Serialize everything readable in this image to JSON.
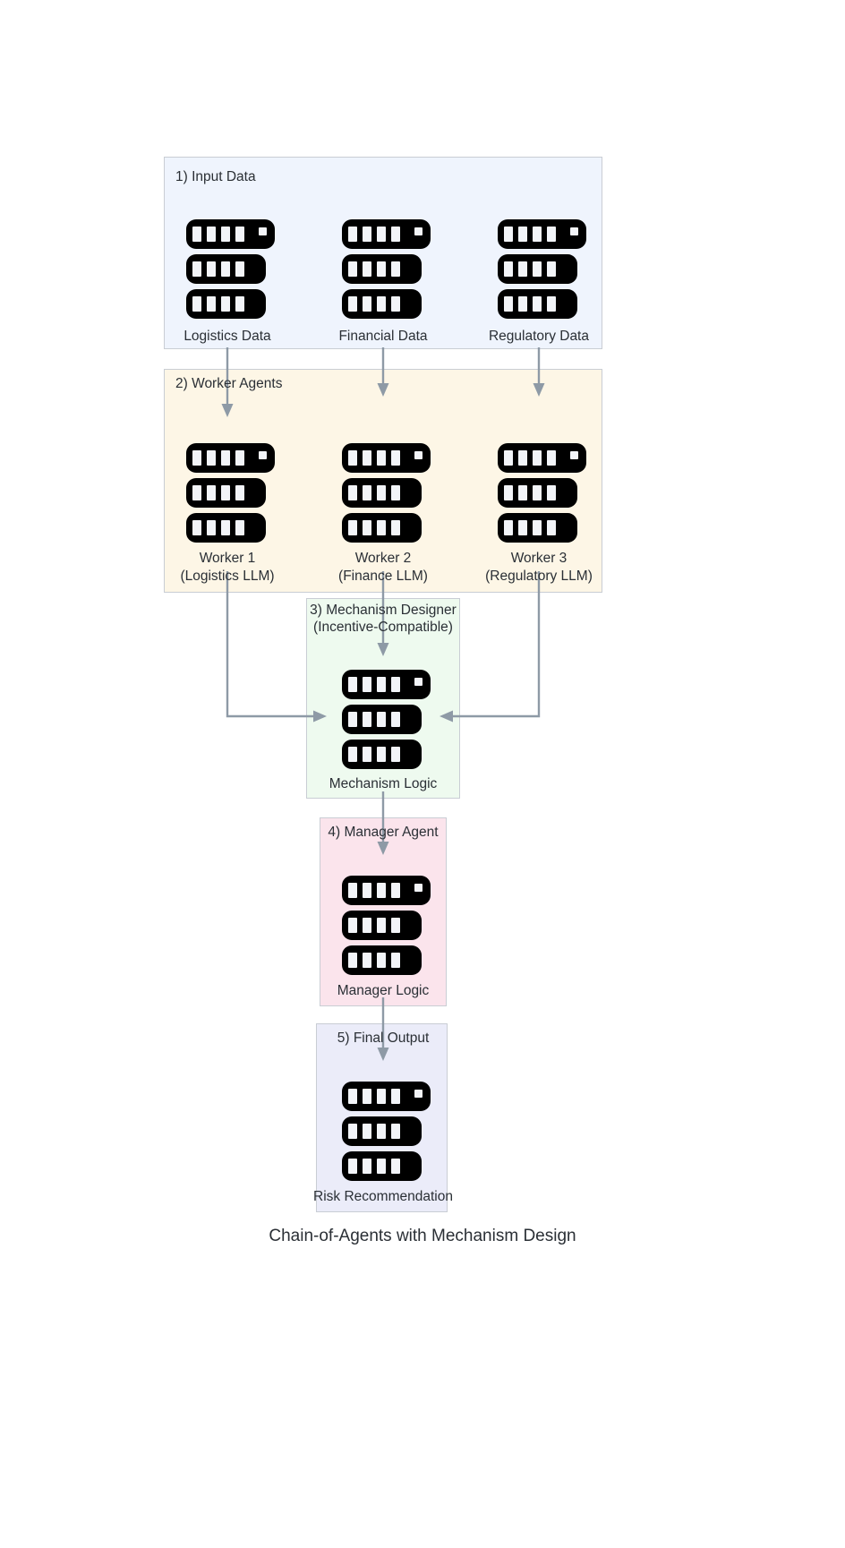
{
  "diagram": {
    "caption": "Chain-of-Agents with Mechanism Design",
    "colors": {
      "input_fill": "#eff4fd",
      "worker_fill": "#fdf6e6",
      "mechanism_fill": "#eefaef",
      "manager_fill": "#fbe4ec",
      "output_fill": "#ebecf9",
      "box_border": "#c9cdd4",
      "arrow": "#8e9aa6",
      "icon": "#000000",
      "text": "#2a2f35"
    },
    "phases": [
      {
        "id": "input-data",
        "title": "1) Input Data",
        "nodes": [
          {
            "id": "logistics-data",
            "label": "Logistics Data",
            "icon": "server-rack-icon"
          },
          {
            "id": "financial-data",
            "label": "Financial Data",
            "icon": "server-rack-icon"
          },
          {
            "id": "regulatory-data",
            "label": "Regulatory Data",
            "icon": "server-rack-icon"
          }
        ]
      },
      {
        "id": "worker-agents",
        "title": "2) Worker Agents",
        "nodes": [
          {
            "id": "worker-1",
            "label": "Worker 1\n(Logistics LLM)",
            "icon": "server-rack-icon"
          },
          {
            "id": "worker-2",
            "label": "Worker 2\n(Finance LLM)",
            "icon": "server-rack-icon"
          },
          {
            "id": "worker-3",
            "label": "Worker 3\n(Regulatory LLM)",
            "icon": "server-rack-icon"
          }
        ]
      },
      {
        "id": "mechanism-designer",
        "title": "3) Mechanism Designer\n(Incentive-Compatible)",
        "nodes": [
          {
            "id": "mechanism-logic",
            "label": "Mechanism Logic",
            "icon": "server-rack-icon"
          }
        ]
      },
      {
        "id": "manager-agent",
        "title": "4) Manager Agent",
        "nodes": [
          {
            "id": "manager-logic",
            "label": "Manager Logic",
            "icon": "server-rack-icon"
          }
        ]
      },
      {
        "id": "final-output",
        "title": "5) Final Output",
        "nodes": [
          {
            "id": "risk-recommendation",
            "label": "Risk Recommendation",
            "icon": "server-rack-icon"
          }
        ]
      }
    ],
    "edges": [
      {
        "id": "logistics-data-to-worker-1",
        "from": "logistics-data",
        "to": "worker-1"
      },
      {
        "id": "financial-data-to-worker-2",
        "from": "financial-data",
        "to": "worker-2"
      },
      {
        "id": "regulatory-data-to-worker-3",
        "from": "regulatory-data",
        "to": "worker-3"
      },
      {
        "id": "worker-1-to-mechanism-logic",
        "from": "worker-1",
        "to": "mechanism-logic"
      },
      {
        "id": "worker-2-to-mechanism-logic",
        "from": "worker-2",
        "to": "mechanism-logic"
      },
      {
        "id": "worker-3-to-mechanism-logic",
        "from": "worker-3",
        "to": "mechanism-logic"
      },
      {
        "id": "mechanism-logic-to-manager-logic",
        "from": "mechanism-logic",
        "to": "manager-logic"
      },
      {
        "id": "manager-logic-to-risk-recommendation",
        "from": "manager-logic",
        "to": "risk-recommendation"
      }
    ]
  }
}
